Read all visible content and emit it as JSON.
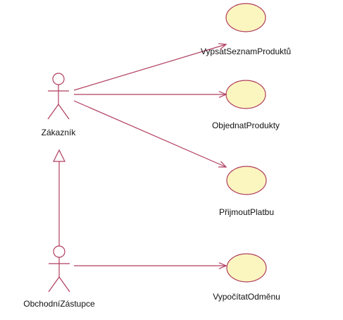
{
  "colors": {
    "line": "#b03d5e",
    "usecase_fill": "#fbf6bf",
    "text": "#111111"
  },
  "actors": [
    {
      "id": "zakaznik",
      "label": "Zákazník"
    },
    {
      "id": "obchodni_zastupce",
      "label": "ObchodníZástupce"
    }
  ],
  "use_cases": [
    {
      "id": "vypsat",
      "label": "VypsatSeznamProduktů"
    },
    {
      "id": "objednat",
      "label": "ObjednatProdukty"
    },
    {
      "id": "prijmout",
      "label": "PřijmoutPlatbu"
    },
    {
      "id": "vypocitat",
      "label": "VypočítatOdměnu"
    }
  ],
  "associations": [
    {
      "from": "zakaznik",
      "to": "vypsat"
    },
    {
      "from": "zakaznik",
      "to": "objednat"
    },
    {
      "from": "zakaznik",
      "to": "prijmout"
    },
    {
      "from": "obchodni_zastupce",
      "to": "vypocitat"
    }
  ],
  "generalizations": [
    {
      "child": "obchodni_zastupce",
      "parent": "zakaznik"
    }
  ]
}
